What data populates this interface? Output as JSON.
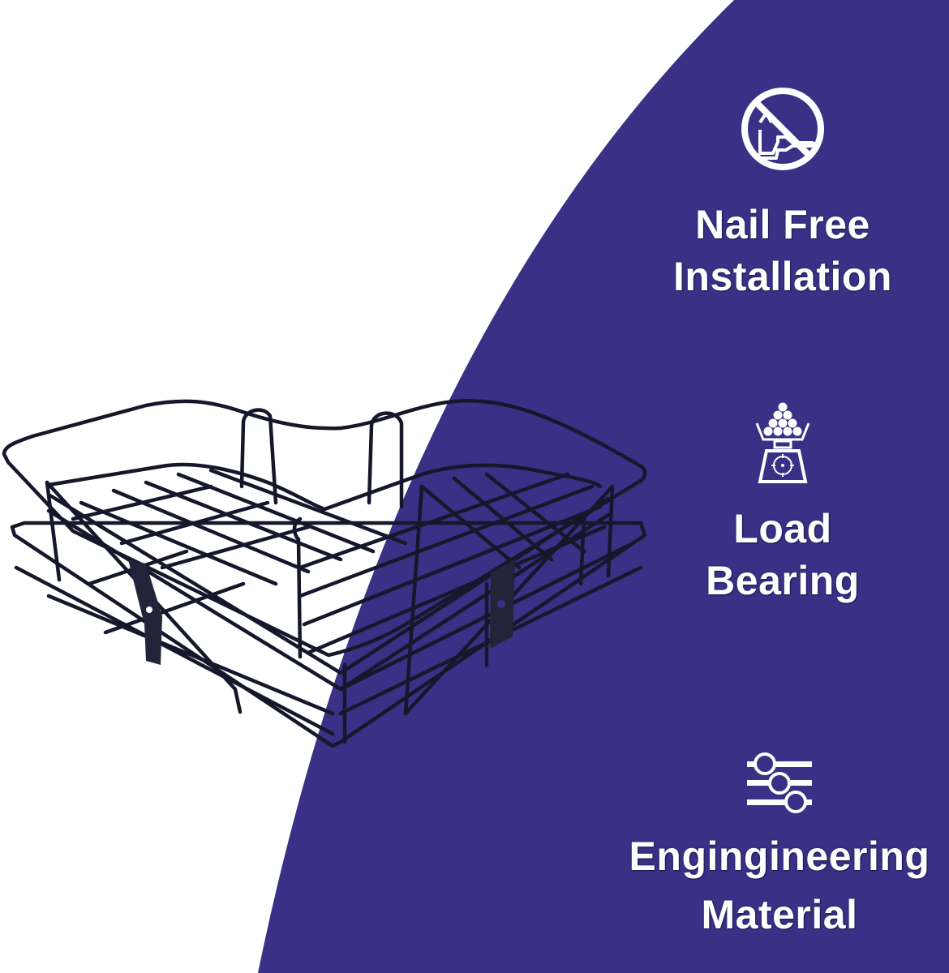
{
  "colors": {
    "panel": "#3a3085",
    "background": "#ffffff",
    "text": "#ffffff",
    "wire": "#15172b"
  },
  "product": {
    "name": "corner-wire-shelf-basket"
  },
  "features": [
    {
      "icon": "no-drill-icon",
      "line1": "Nail Free",
      "line2": "Installation"
    },
    {
      "icon": "load-scale-icon",
      "line1": "Load",
      "line2": "Bearing"
    },
    {
      "icon": "sliders-icon",
      "line1": "Engingineering",
      "line2": "Material"
    }
  ]
}
